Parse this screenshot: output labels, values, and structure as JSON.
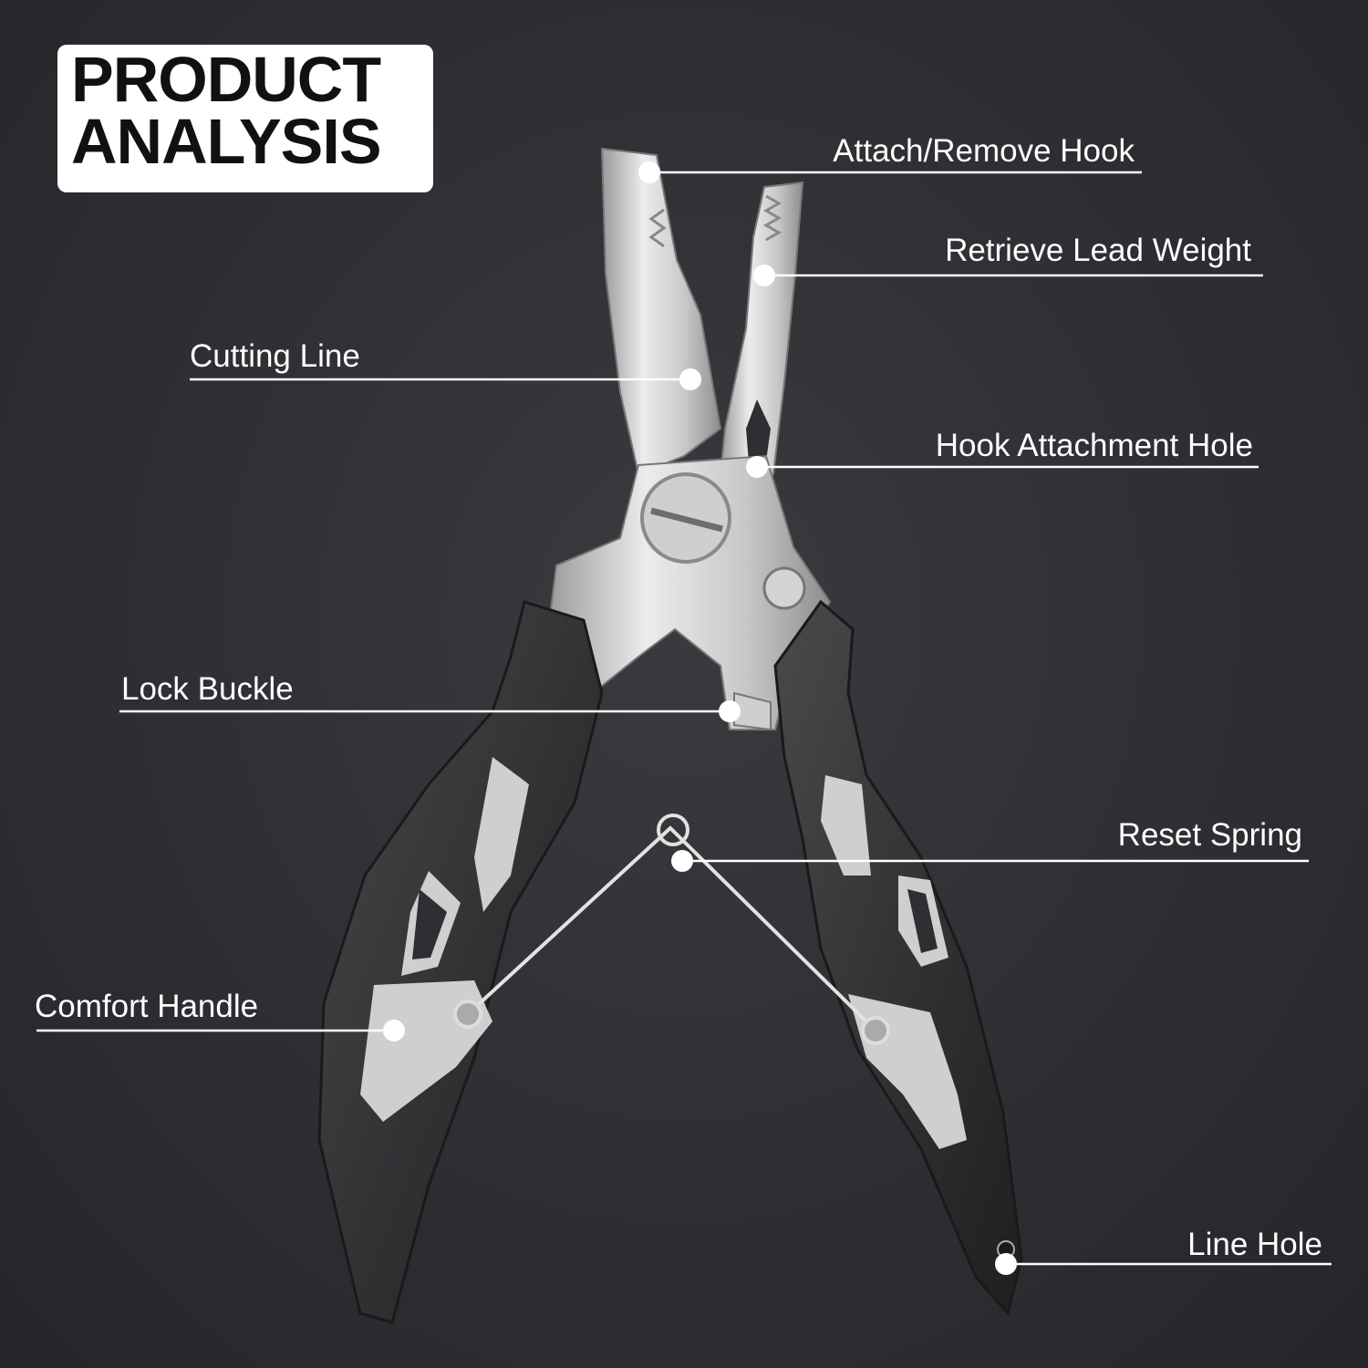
{
  "header": {
    "title_line1": "PRODUCT",
    "title_line2": "ANALYSIS"
  },
  "callouts": [
    {
      "id": "attach-remove-hook",
      "label": "Attach/Remove Hook"
    },
    {
      "id": "retrieve-lead-weight",
      "label": "Retrieve Lead Weight"
    },
    {
      "id": "cutting-line",
      "label": "Cutting Line"
    },
    {
      "id": "hook-attachment-hole",
      "label": "Hook Attachment Hole"
    },
    {
      "id": "lock-buckle",
      "label": "Lock Buckle"
    },
    {
      "id": "reset-spring",
      "label": "Reset Spring"
    },
    {
      "id": "comfort-handle",
      "label": "Comfort Handle"
    },
    {
      "id": "line-hole",
      "label": "Line Hole"
    }
  ],
  "colors": {
    "background": "#2e2e33",
    "badge": "#ffffff",
    "label_text": "#ffffff",
    "leader_line": "#ffffff",
    "handle": "#3b3b3d",
    "metal": "#d9d9d9"
  },
  "icons": {
    "product": "fishing-pliers-illustration"
  }
}
